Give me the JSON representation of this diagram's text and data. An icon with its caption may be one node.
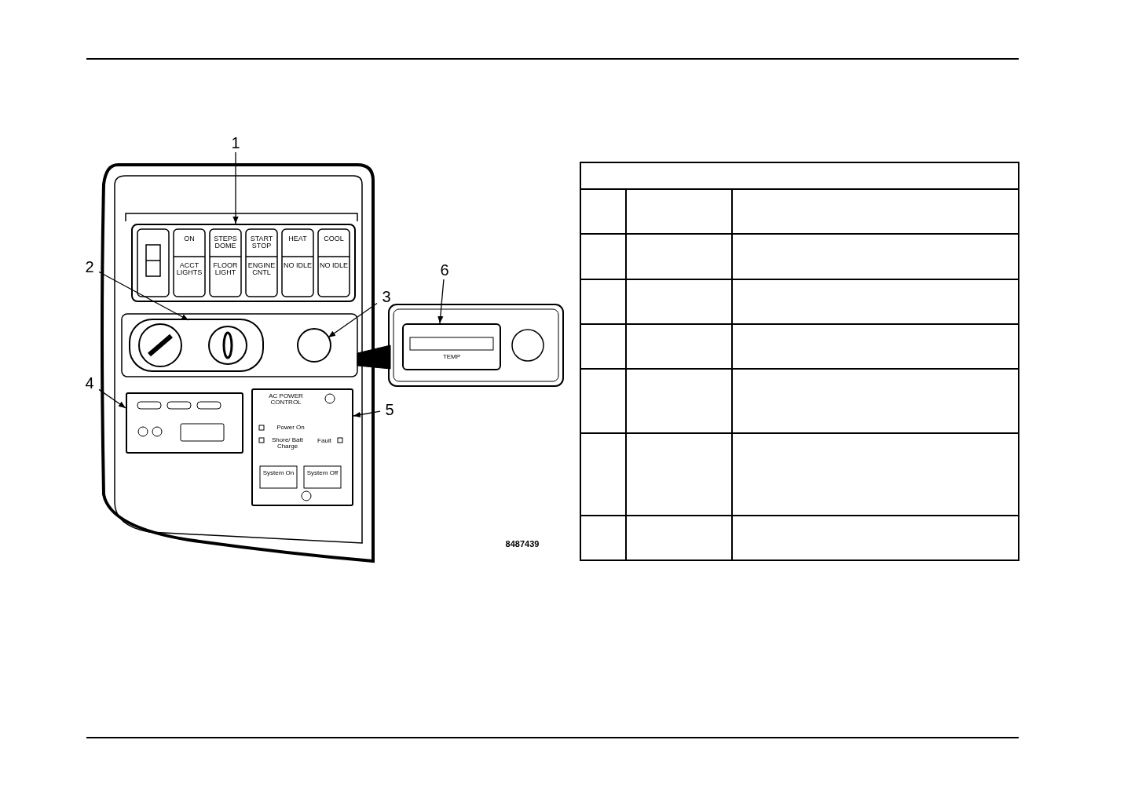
{
  "diagram": {
    "nodes": [
      {
        "text": [
          "1"
        ]
      },
      {
        "text": [
          "2"
        ]
      },
      {
        "text": [
          "3"
        ]
      },
      {
        "text": [
          "4"
        ]
      },
      {
        "text": [
          "5"
        ]
      },
      {
        "text": [
          "6"
        ]
      },
      {
        "text": [],
        "shape": "box"
      },
      {
        "text": [],
        "shape": "box"
      },
      {
        "text": [],
        "shape": "circle"
      },
      {
        "text": [],
        "shape": "box"
      },
      {
        "text": [],
        "shape": "box"
      },
      {
        "text": [],
        "shape": "box"
      }
    ],
    "edges": [
      {
        "from": 0,
        "to": 6,
        "arrow": "to"
      },
      {
        "from": 1,
        "to": 7,
        "arrow": "to"
      },
      {
        "from": 2,
        "to": 8,
        "arrow": "to"
      },
      {
        "from": 3,
        "to": 9,
        "arrow": "to"
      },
      {
        "from": 4,
        "to": 10,
        "arrow": "to"
      },
      {
        "from": 5,
        "to": 11,
        "arrow": "to"
      }
    ],
    "labels": [
      "ON",
      "ACCT LIGHTS",
      "STEPS DOME",
      "FLOOR LIGHT",
      "START STOP",
      "ENGINE CNTL",
      "HEAT",
      "NO IDLE",
      "COOL",
      "NO IDLE",
      "AC POWER CONTROL",
      "Power On",
      "Shore/ Batt Charge",
      "Fault",
      "System On",
      "System Off",
      "TEMP",
      "8487439"
    ]
  }
}
